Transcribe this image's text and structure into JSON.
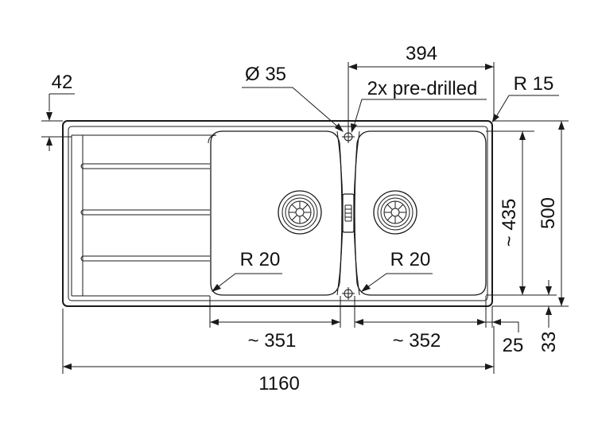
{
  "diagram": {
    "stroke_color": "#1a1a1a",
    "background": "#ffffff",
    "labels": {
      "dim_394": "394",
      "dim_42": "42",
      "dim_diameter": "Ø 35",
      "pre_drilled": "2x pre-drilled",
      "radius_15": "R 15",
      "radius_20_left": "R 20",
      "radius_20_right": "R 20",
      "dim_435": "~ 435",
      "dim_500": "500",
      "dim_351": "~ 351",
      "dim_352": "~ 352",
      "dim_25": "25",
      "dim_33": "33",
      "dim_1160": "1160"
    }
  }
}
